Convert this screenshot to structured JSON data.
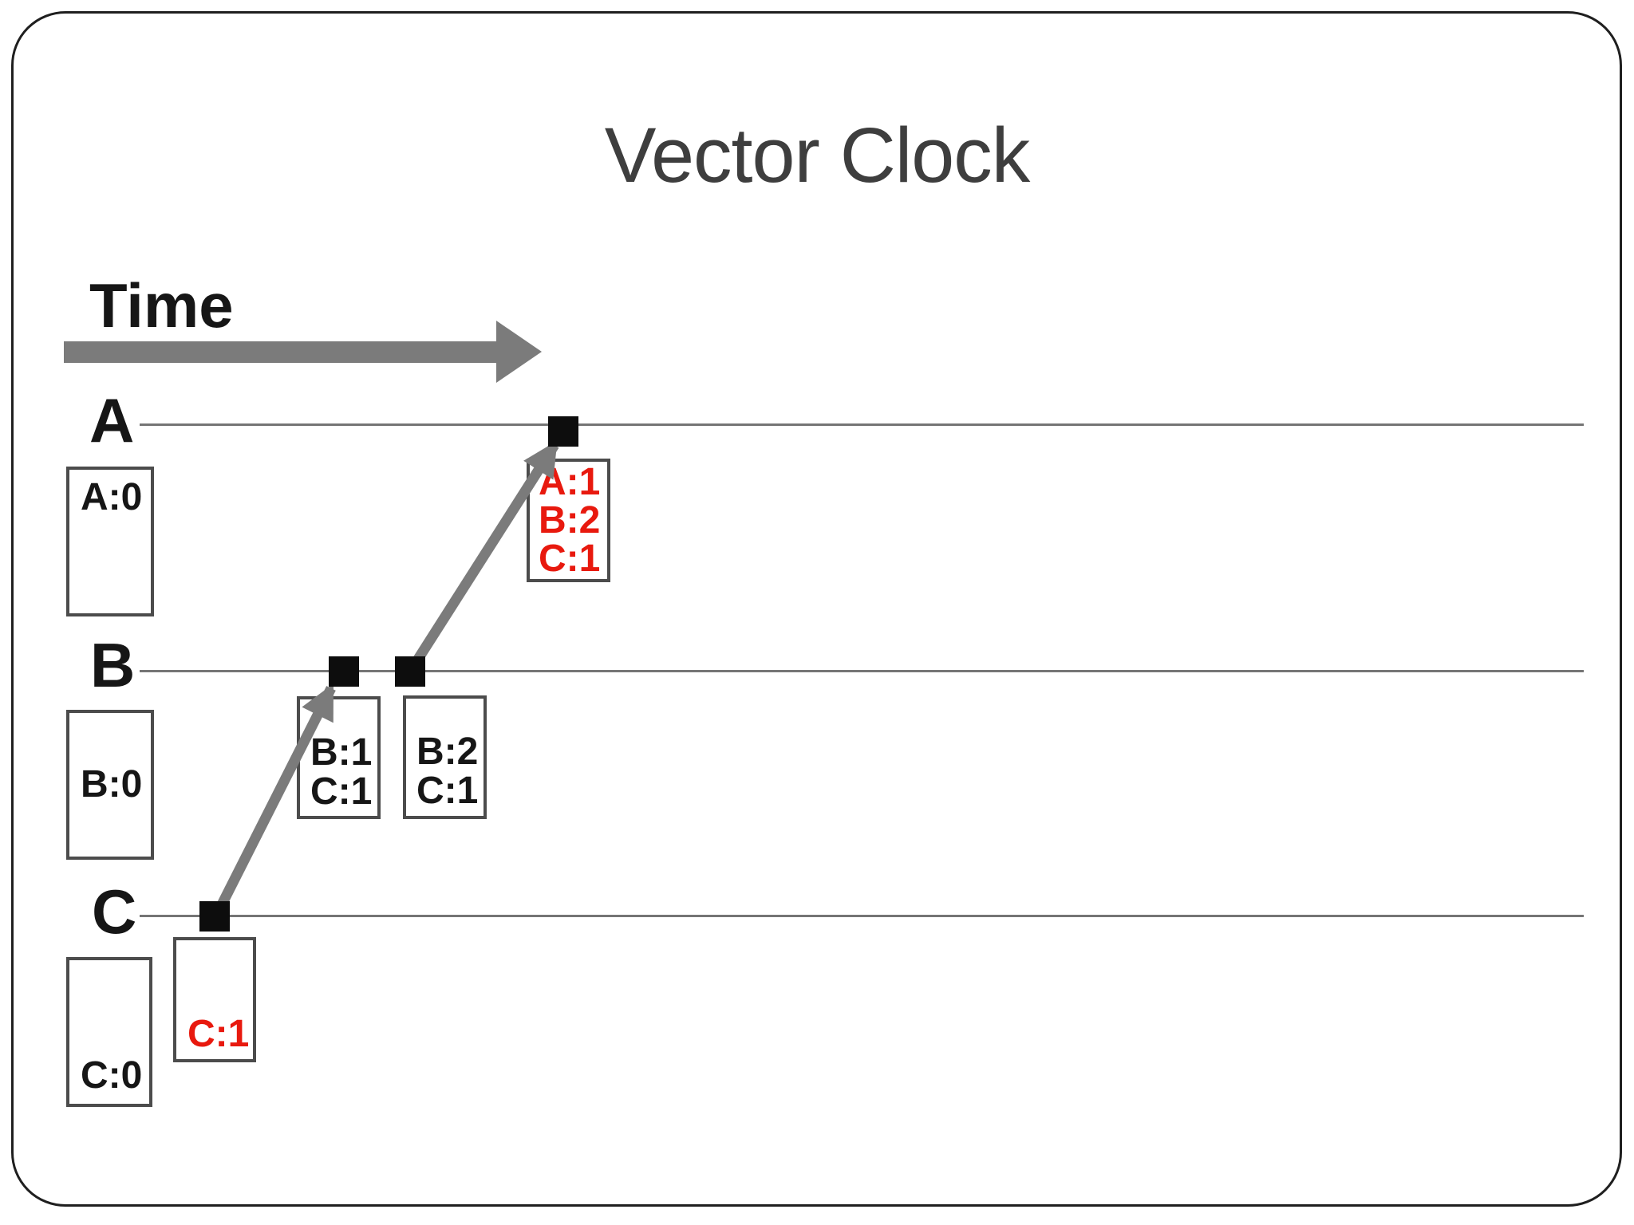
{
  "title": "Vector Clock",
  "time_axis": {
    "label": "Time"
  },
  "processes": [
    {
      "name": "A",
      "initial_clock": "A:0"
    },
    {
      "name": "B",
      "initial_clock": "B:0"
    },
    {
      "name": "C",
      "initial_clock": "C:0"
    }
  ],
  "events": [
    {
      "process": "C",
      "clock": [
        "C:1"
      ],
      "emphasis": "red"
    },
    {
      "process": "B",
      "clock": [
        "B:1",
        "C:1"
      ],
      "emphasis": "black"
    },
    {
      "process": "B",
      "clock": [
        "B:2",
        "C:1"
      ],
      "emphasis": "black"
    },
    {
      "process": "A",
      "clock": [
        "A:1",
        "B:2",
        "C:1"
      ],
      "emphasis": "red"
    }
  ],
  "messages": [
    {
      "from": "C",
      "to": "B"
    },
    {
      "from": "B",
      "to": "A"
    }
  ],
  "colors": {
    "emphasis_red": "#e8190e",
    "text_black": "#161616",
    "event_marker_black": "#0d0d0d",
    "arrow_gray": "#7b7b7b",
    "timeline_gray": "#757575",
    "box_border_gray": "#4c4c4c",
    "title_gray": "#3e3e3e",
    "border_black": "#1f1f1f"
  }
}
